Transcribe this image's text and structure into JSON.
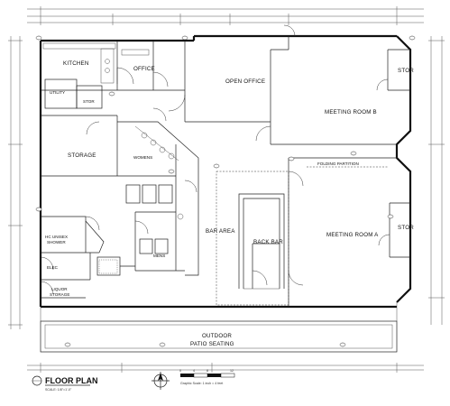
{
  "rooms": {
    "kitchen": "KITCHEN",
    "office": "OFFICE",
    "open_office": "OPEN OFFICE",
    "meeting_room_b": "MEETING ROOM B",
    "meeting_room_a": "MEETING ROOM A",
    "stor_top": "STOR",
    "stor_right": "STOR",
    "utility": "UTILITY",
    "stor_left": "STOR",
    "storage": "STORAGE",
    "womens": "WOMENS",
    "bar_area": "BAR AREA",
    "back_bar": "BACK BAR",
    "hc_shower_line1": "HC UNISEX",
    "hc_shower_line2": "SHOWER",
    "elec": "ELEC",
    "liquor_line1": "LIQUOR",
    "liquor_line2": "STORAGE",
    "mens": "MENS",
    "outdoor_line1": "OUTDOOR",
    "outdoor_line2": "PATIO SEATING"
  },
  "notes": {
    "folding_partition": "FOLDING PARTITION"
  },
  "title_block": {
    "title": "FLOOR PLAN",
    "scale_note": "SCALE: 1/8\"=1'-0\"",
    "graphic_scale": "Graphic Scale: 1 inch = 4 feet",
    "scale_ticks": [
      "0",
      "4",
      "8",
      "12"
    ]
  }
}
